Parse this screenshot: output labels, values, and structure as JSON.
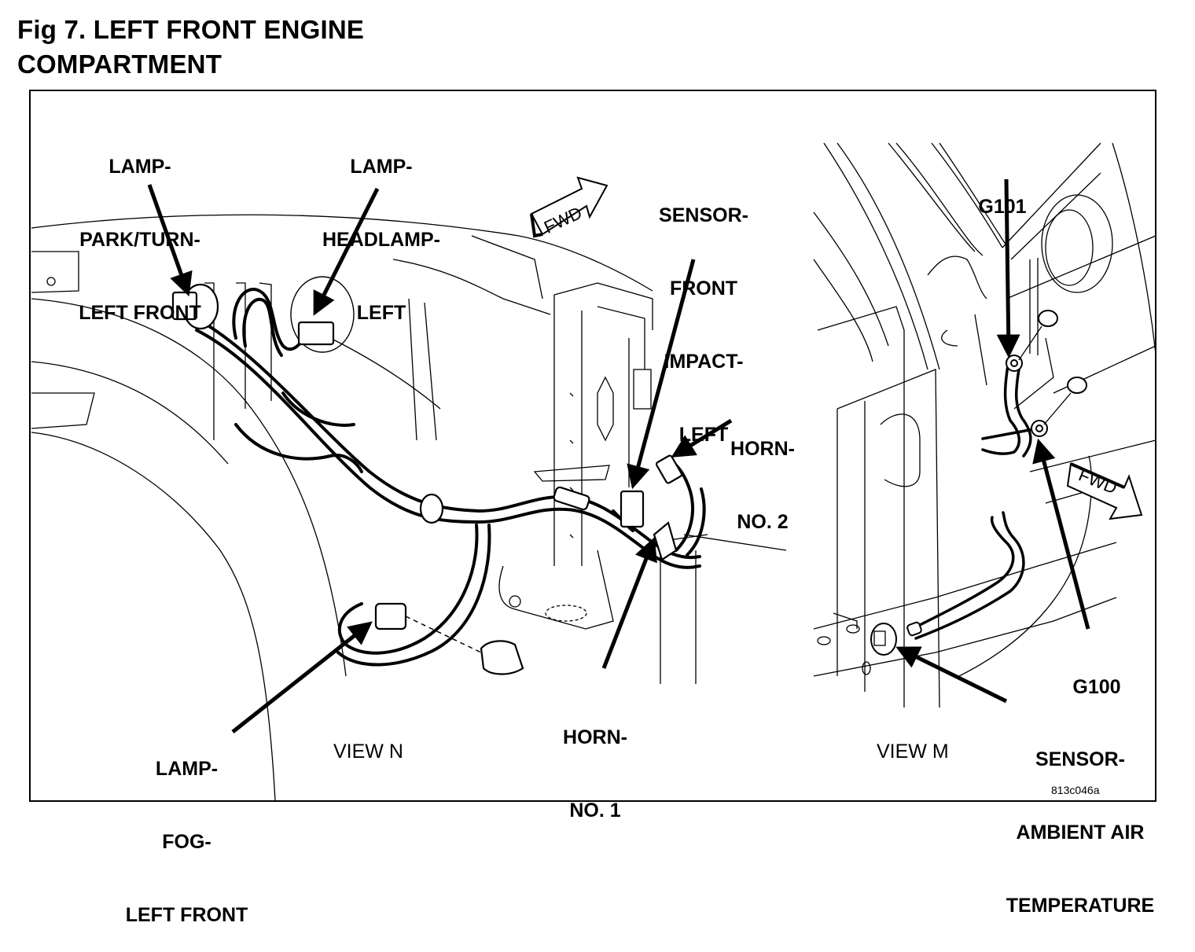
{
  "figure": {
    "title_line1": "Fig 7. LEFT FRONT ENGINE",
    "title_line2": "COMPARTMENT",
    "reference_code": "813c046a"
  },
  "views": [
    {
      "id": "view-n",
      "label": "VIEW N"
    },
    {
      "id": "view-m",
      "label": "VIEW M"
    }
  ],
  "callouts": {
    "lamp_park_turn": [
      "LAMP-",
      "PARK/TURN-",
      "LEFT FRONT"
    ],
    "lamp_headlamp": [
      "LAMP-",
      "HEADLAMP-",
      "LEFT"
    ],
    "sensor_front_impact": [
      "SENSOR-",
      "FRONT",
      "IMPACT-",
      "LEFT"
    ],
    "horn_no2": [
      "HORN-",
      "NO. 2"
    ],
    "horn_no1": [
      "HORN-",
      "NO. 1"
    ],
    "lamp_fog": [
      "LAMP-",
      "FOG-",
      "LEFT FRONT"
    ],
    "g101": [
      "G101"
    ],
    "g100": [
      "G100"
    ],
    "sensor_ambient": [
      "SENSOR-",
      "AMBIENT AIR",
      "TEMPERATURE"
    ]
  },
  "direction_indicators": {
    "view_n": {
      "icon": "fwd-arrow-icon",
      "text": "FWD"
    },
    "view_m": {
      "icon": "fwd-arrow-icon",
      "text": "FWD"
    }
  }
}
